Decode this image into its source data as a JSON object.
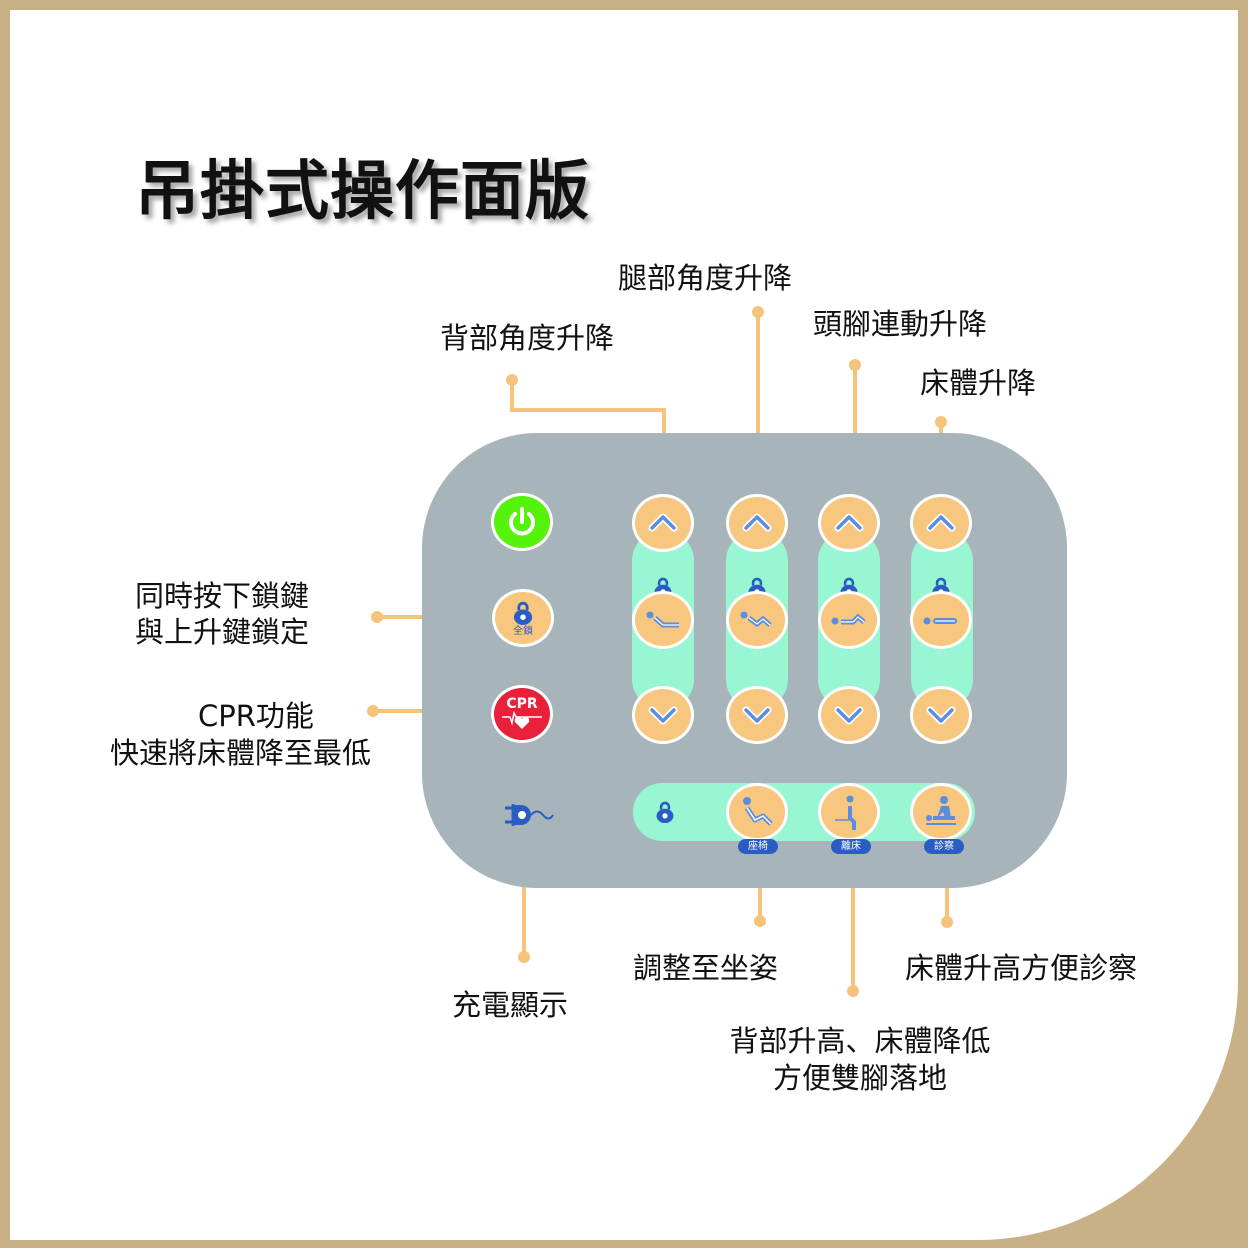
{
  "title": "吊掛式操作面版",
  "labels": {
    "back": "背部角度升降",
    "leg": "腿部角度升降",
    "head_foot": "頭腳連動升降",
    "bed_height": "床體升降",
    "lock_1": "同時按下鎖鍵",
    "lock_2": "與上升鍵鎖定",
    "cpr_1": "CPR功能",
    "cpr_2": "快速將床體降至最低",
    "charge": "充電顯示",
    "sit": "調整至坐姿",
    "exit_1": "背部升高、床體降低",
    "exit_2": "方便雙腳落地",
    "exam": "床體升高方便診察"
  },
  "panel": {
    "lock_all": "全鎖",
    "cpr": "CPR",
    "badges": [
      "座椅",
      "離床",
      "診察"
    ]
  },
  "colors": {
    "frame": "#c9b187",
    "panel": "#a7b5bb",
    "pill": "#98f6d2",
    "button": "#f7c77f",
    "icon": "#2a5cc4",
    "line": "#f5c47a",
    "power": "#55f20a",
    "cpr": "#e8203a"
  }
}
